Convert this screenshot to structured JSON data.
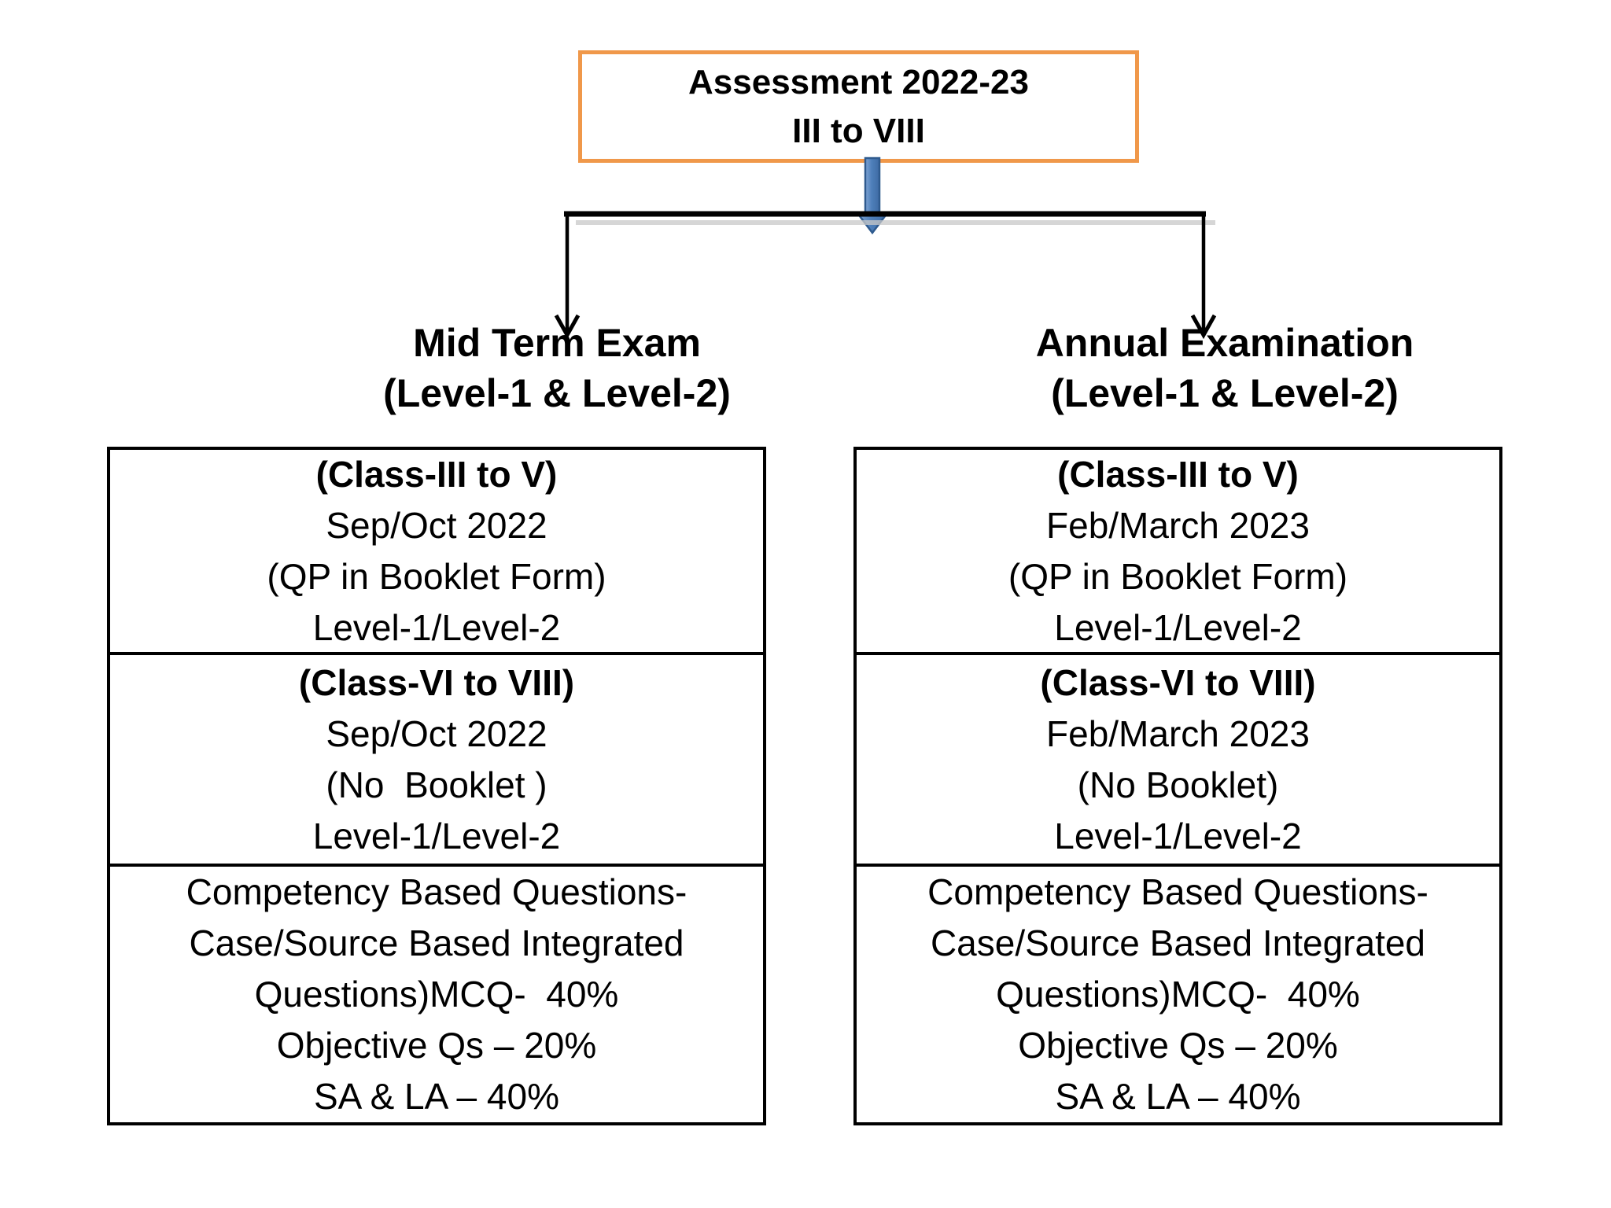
{
  "root": {
    "title_line1": "Assessment 2022-23",
    "title_line2": "III to VIII"
  },
  "branches": [
    {
      "heading_line1": "Mid Term Exam",
      "heading_line2": "(Level-1 & Level-2)",
      "rows": [
        {
          "lines": [
            "(Class-III to V)",
            "Sep/Oct 2022",
            "(QP in Booklet Form)",
            "Level-1/Level-2"
          ]
        },
        {
          "lines": [
            "(Class-VI to VIII)",
            "Sep/Oct 2022",
            "(No  Booklet )",
            "Level-1/Level-2"
          ]
        },
        {
          "lines": [
            "Competency Based Questions-",
            "Case/Source Based Integrated",
            "Questions)MCQ-  40%",
            "Objective Qs – 20%",
            "SA & LA – 40%"
          ]
        }
      ]
    },
    {
      "heading_line1": "Annual Examination",
      "heading_line2": "(Level-1 & Level-2)",
      "rows": [
        {
          "lines": [
            "(Class-III to V)",
            "Feb/March 2023",
            "(QP in Booklet Form)",
            "Level-1/Level-2"
          ]
        },
        {
          "lines": [
            "(Class-VI to VIII)",
            "Feb/March 2023",
            "(No Booklet)",
            "Level-1/Level-2"
          ]
        },
        {
          "lines": [
            "Competency Based Questions-",
            "Case/Source Based Integrated",
            "Questions)MCQ-  40%",
            "Objective Qs – 20%",
            "SA & LA – 40%"
          ]
        }
      ]
    }
  ],
  "colors": {
    "accent_orange": "#F0984A",
    "arrow_blue_fill": "#4E7FBA",
    "arrow_blue_edge": "#2E5A8E",
    "line_black": "#000000",
    "shadow_gray": "#c9c9c9"
  }
}
